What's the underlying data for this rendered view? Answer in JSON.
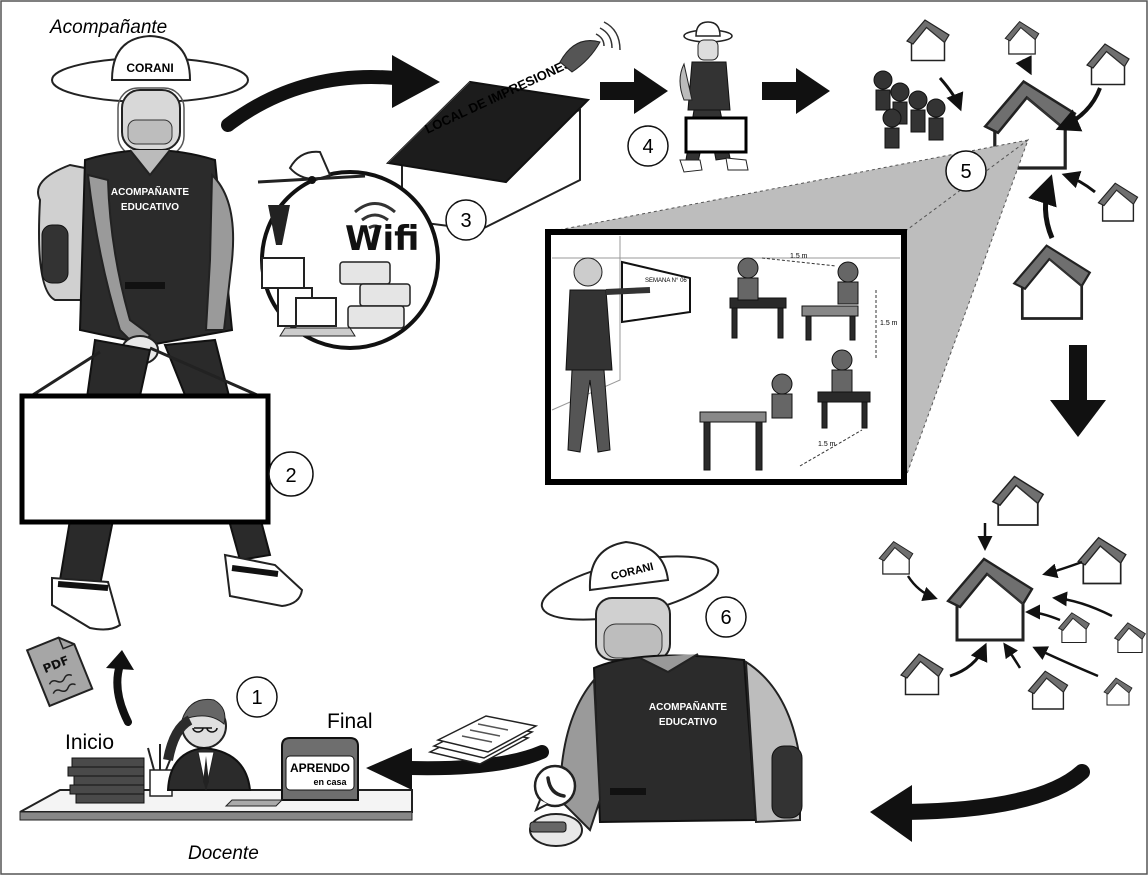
{
  "labels": {
    "top_role": "Acompañante",
    "bottom_role": "Docente",
    "start": "Inicio",
    "end": "Final"
  },
  "steps": [
    "1",
    "2",
    "3",
    "4",
    "5",
    "6"
  ],
  "vest": {
    "line1": "ACOMPAÑANTE",
    "line2": "EDUCATIVO"
  },
  "hat_text": "CORANI",
  "print_shop": "LOCAL DE IMPRESIONES",
  "wifi": "Wifi",
  "pdf": "PDF",
  "laptop": {
    "line1": "APRENDO",
    "line2": "en casa"
  },
  "board_text": "SEMANA N° 06",
  "distances": [
    "1.5 m",
    "1.5 m",
    "1.5 m"
  ]
}
